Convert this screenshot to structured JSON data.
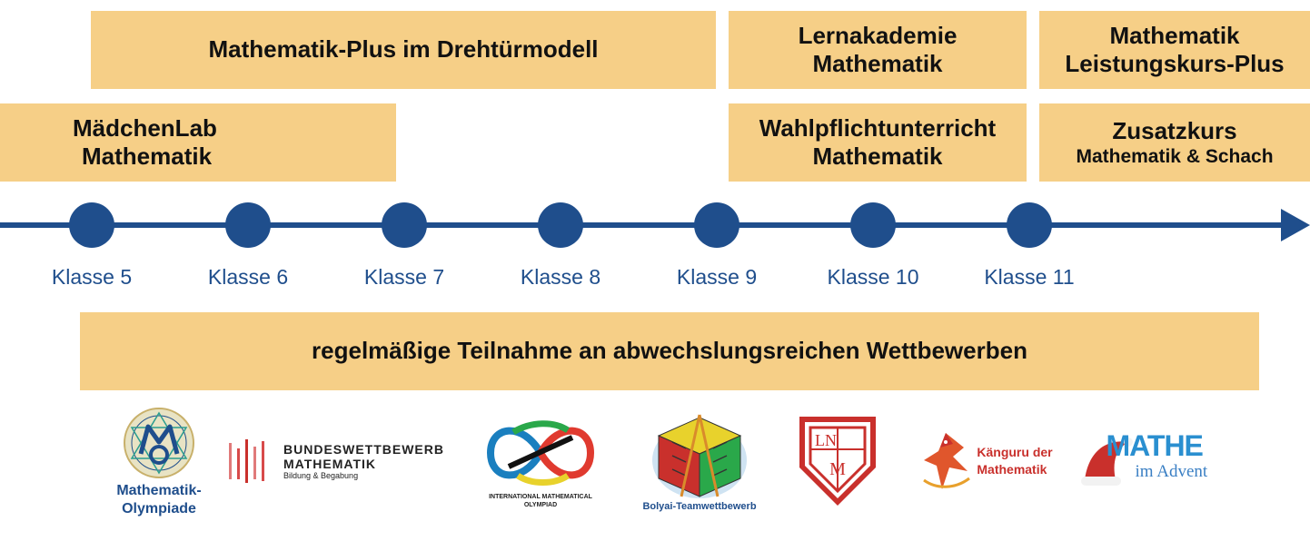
{
  "programs": {
    "mathe_plus": "Mathematik-Plus im Drehtürmodell",
    "lernakademie_line1": "Lernakademie",
    "lernakademie_line2": "Mathematik",
    "lk_plus_line1": "Mathematik",
    "lk_plus_line2": "Leistungskurs-Plus",
    "maedchenlab_line1": "MädchenLab",
    "maedchenlab_line2": "Mathematik",
    "wahlpflicht_line1": "Wahlpflichtunterricht",
    "wahlpflicht_line2": "Mathematik",
    "zusatzkurs_line1": "Zusatzkurs",
    "zusatzkurs_line2": "Mathematik & Schach"
  },
  "timeline": {
    "classes": [
      "Klasse 5",
      "Klasse 6",
      "Klasse 7",
      "Klasse 8",
      "Klasse 9",
      "Klasse 10",
      "Klasse 11"
    ],
    "color": "#1f4e8c"
  },
  "competitions": {
    "banner": "regelmäßige Teilnahme an abwechslungsreichen Wettbewerben",
    "logos": {
      "olympiade_line1": "Mathematik-",
      "olympiade_line2": "Olympiade",
      "bundeswettbewerb_line1": "BUNDESWETTBEWERB",
      "bundeswettbewerb_line2": "MATHEMATIK",
      "bundeswettbewerb_line3": "Bildung & Begabung",
      "imo_line1": "INTERNATIONAL MATHEMATICAL",
      "imo_line2": "OLYMPIAD",
      "bolyai": "Bolyai-Teamwettbewerb",
      "lmn_top": "LN",
      "lmn_bottom": "M",
      "kaenguru_line1": "Känguru der",
      "kaenguru_line2": "Mathematik",
      "advent_main": "MATHE",
      "advent_sub": "im Advent"
    }
  },
  "colors": {
    "box_fill": "#f6cf87",
    "navy": "#1f4e8c",
    "red": "#c9302c"
  }
}
